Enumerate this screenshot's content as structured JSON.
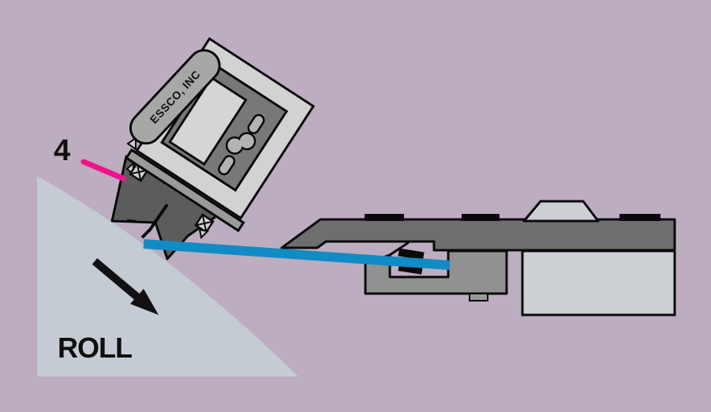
{
  "diagram": {
    "kind": "technical-illustration",
    "subject": "dial gauge with vee-foot resting on a roll, connected by a rod to a clamp arm"
  },
  "labels": {
    "callout_number": "4",
    "surface": "ROLL",
    "device_brand": "ESSCO, INC"
  },
  "colors": {
    "background": "#bcadc0",
    "roll_surface": "#c5cbd2",
    "callout_line": "#f2138c",
    "measuring_rod": "#118bc4",
    "device_casing": "#d2d2d2",
    "device_panel": "#787878",
    "device_screen": "#d5d5d5",
    "device_buttons": "#b3b3b3",
    "brand_strip": "#a7a7a7",
    "mount_plate": "#9a9a9a",
    "vee_foot": "#5c5c5c",
    "indicator_arm": "#6e6e6e",
    "clamp_block": "#919191",
    "slide_block": "#ccd0d5",
    "outline": "#0a0a0a",
    "label_text": "#0e0e0e",
    "direction_arrow": "#111111"
  }
}
